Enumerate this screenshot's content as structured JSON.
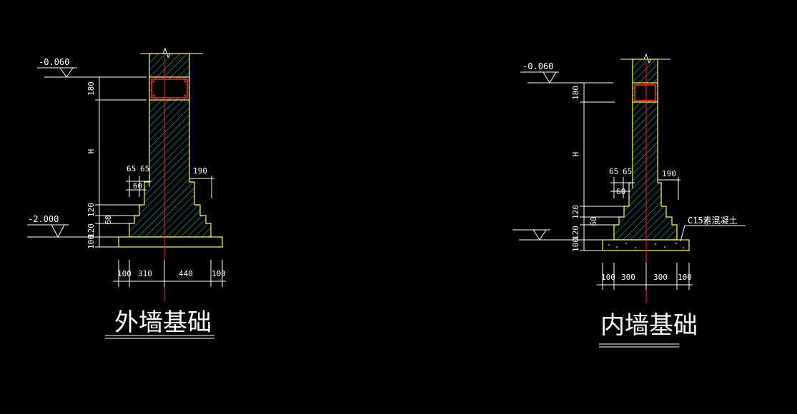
{
  "colors": {
    "background": "#000000",
    "outline": "#ffff33",
    "center_line": "#ff2020",
    "hatch": "#00ffff"
  },
  "left": {
    "title": "外墙基础",
    "elev_top": "-0.060",
    "elev_bottom": "-2.000",
    "v_dims": [
      "180",
      "H",
      "120",
      "60",
      "120",
      "100"
    ],
    "step_top": [
      "65",
      "65"
    ],
    "step_mid": "60",
    "right_offset": "190",
    "base_dims": [
      "100",
      "310",
      "440",
      "100"
    ]
  },
  "right": {
    "title": "内墙基础",
    "elev_top": "-0.060",
    "v_dims": [
      "180",
      "H",
      "120",
      "60",
      "120",
      "100"
    ],
    "step_top": [
      "65",
      "65"
    ],
    "step_mid": "60",
    "right_offset": "190",
    "base_label": "C15素混凝土",
    "base_dims": [
      "100",
      "300",
      "300",
      "100"
    ]
  }
}
